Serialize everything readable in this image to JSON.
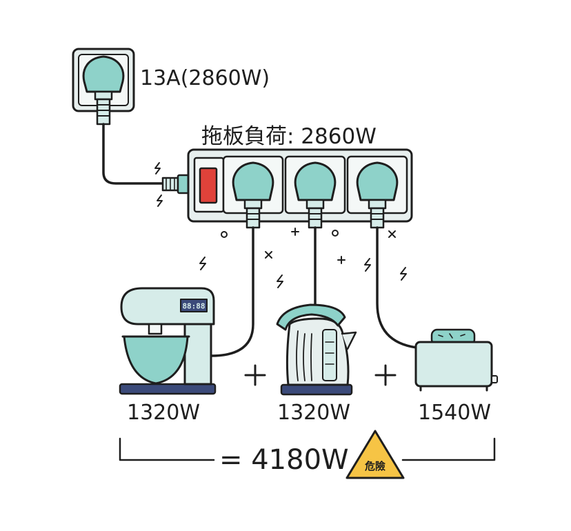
{
  "wall_socket": {
    "rating_label": "13A(2860W)"
  },
  "power_strip": {
    "load_label": "拖板負荷: 2860W"
  },
  "appliances": [
    {
      "name": "stand-mixer",
      "wattage_label": "1320W",
      "display_text": "88:88"
    },
    {
      "name": "kettle",
      "wattage_label": "1320W"
    },
    {
      "name": "toaster",
      "wattage_label": "1540W"
    }
  ],
  "operators": {
    "plus": "+"
  },
  "total": {
    "label": "= 4180W",
    "warning_label": "危險"
  },
  "colors": {
    "teal": "#8ed2c9",
    "teal_light": "#d6ece9",
    "plate": "#e7efee",
    "outline": "#1e1e1e",
    "switch_red": "#e0423a",
    "base_navy": "#3b4a7a",
    "warning_yellow": "#f6c445"
  }
}
